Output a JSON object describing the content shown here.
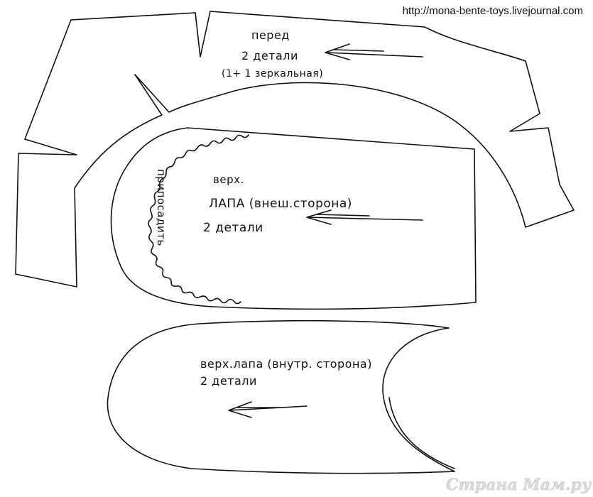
{
  "source_url": "http://mona-bente-toys.livejournal.com",
  "pieces": {
    "front": {
      "title": "перед",
      "count": "2 детали",
      "note": "(1+ 1 зеркальная)"
    },
    "upper_paw_outer": {
      "title": "верх.",
      "name": "ЛАПА (внеш.сторона)",
      "count": "2 детали",
      "ease_note": "припосадить"
    },
    "upper_paw_inner": {
      "name": "верх.лапа (внутр. сторона)",
      "count": "2 детали"
    }
  },
  "watermark": "Страна Мам.ру"
}
